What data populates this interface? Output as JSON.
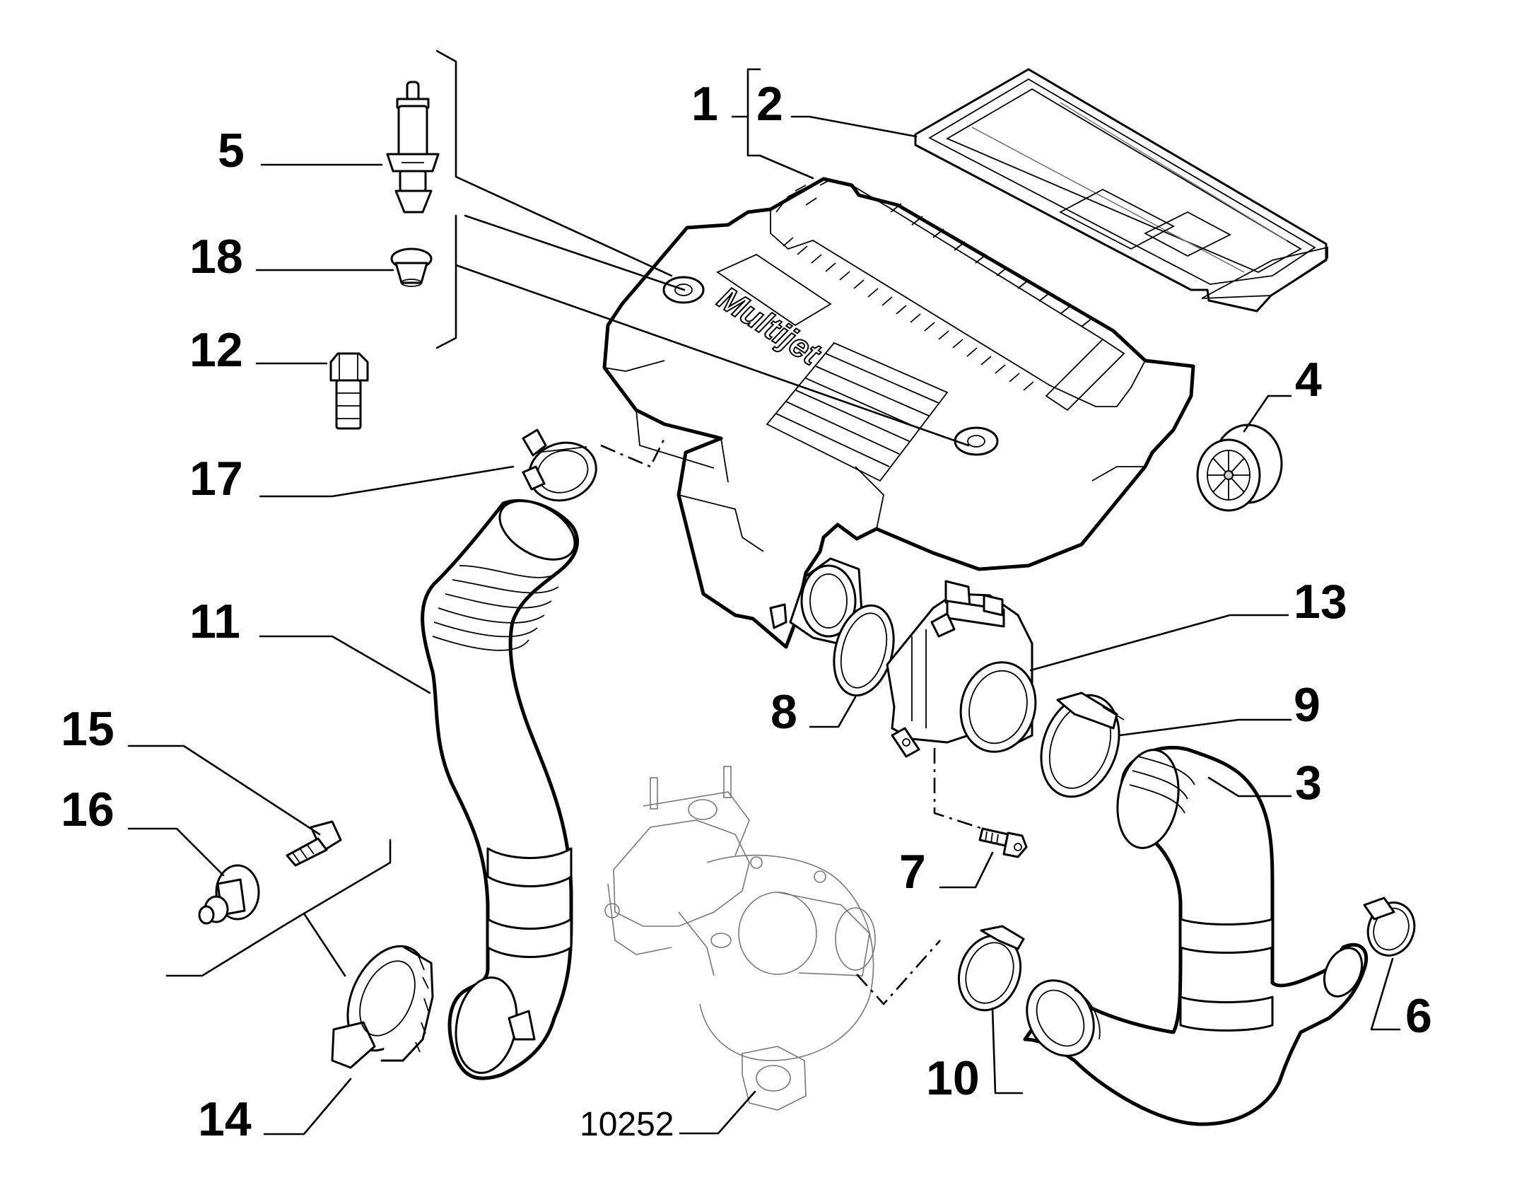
{
  "diagram": {
    "reference_number": "10252",
    "brand_marking": "Multijet",
    "callouts": [
      {
        "id": "c1",
        "label": "1"
      },
      {
        "id": "c2",
        "label": "2"
      },
      {
        "id": "c3",
        "label": "3"
      },
      {
        "id": "c4",
        "label": "4"
      },
      {
        "id": "c5",
        "label": "5"
      },
      {
        "id": "c6",
        "label": "6"
      },
      {
        "id": "c7",
        "label": "7"
      },
      {
        "id": "c8",
        "label": "8"
      },
      {
        "id": "c9",
        "label": "9"
      },
      {
        "id": "c10",
        "label": "10"
      },
      {
        "id": "c11",
        "label": "11"
      },
      {
        "id": "c12",
        "label": "12"
      },
      {
        "id": "c13",
        "label": "13"
      },
      {
        "id": "c14",
        "label": "14"
      },
      {
        "id": "c15",
        "label": "15"
      },
      {
        "id": "c16",
        "label": "16"
      },
      {
        "id": "c17",
        "label": "17"
      },
      {
        "id": "c18",
        "label": "18"
      }
    ]
  }
}
